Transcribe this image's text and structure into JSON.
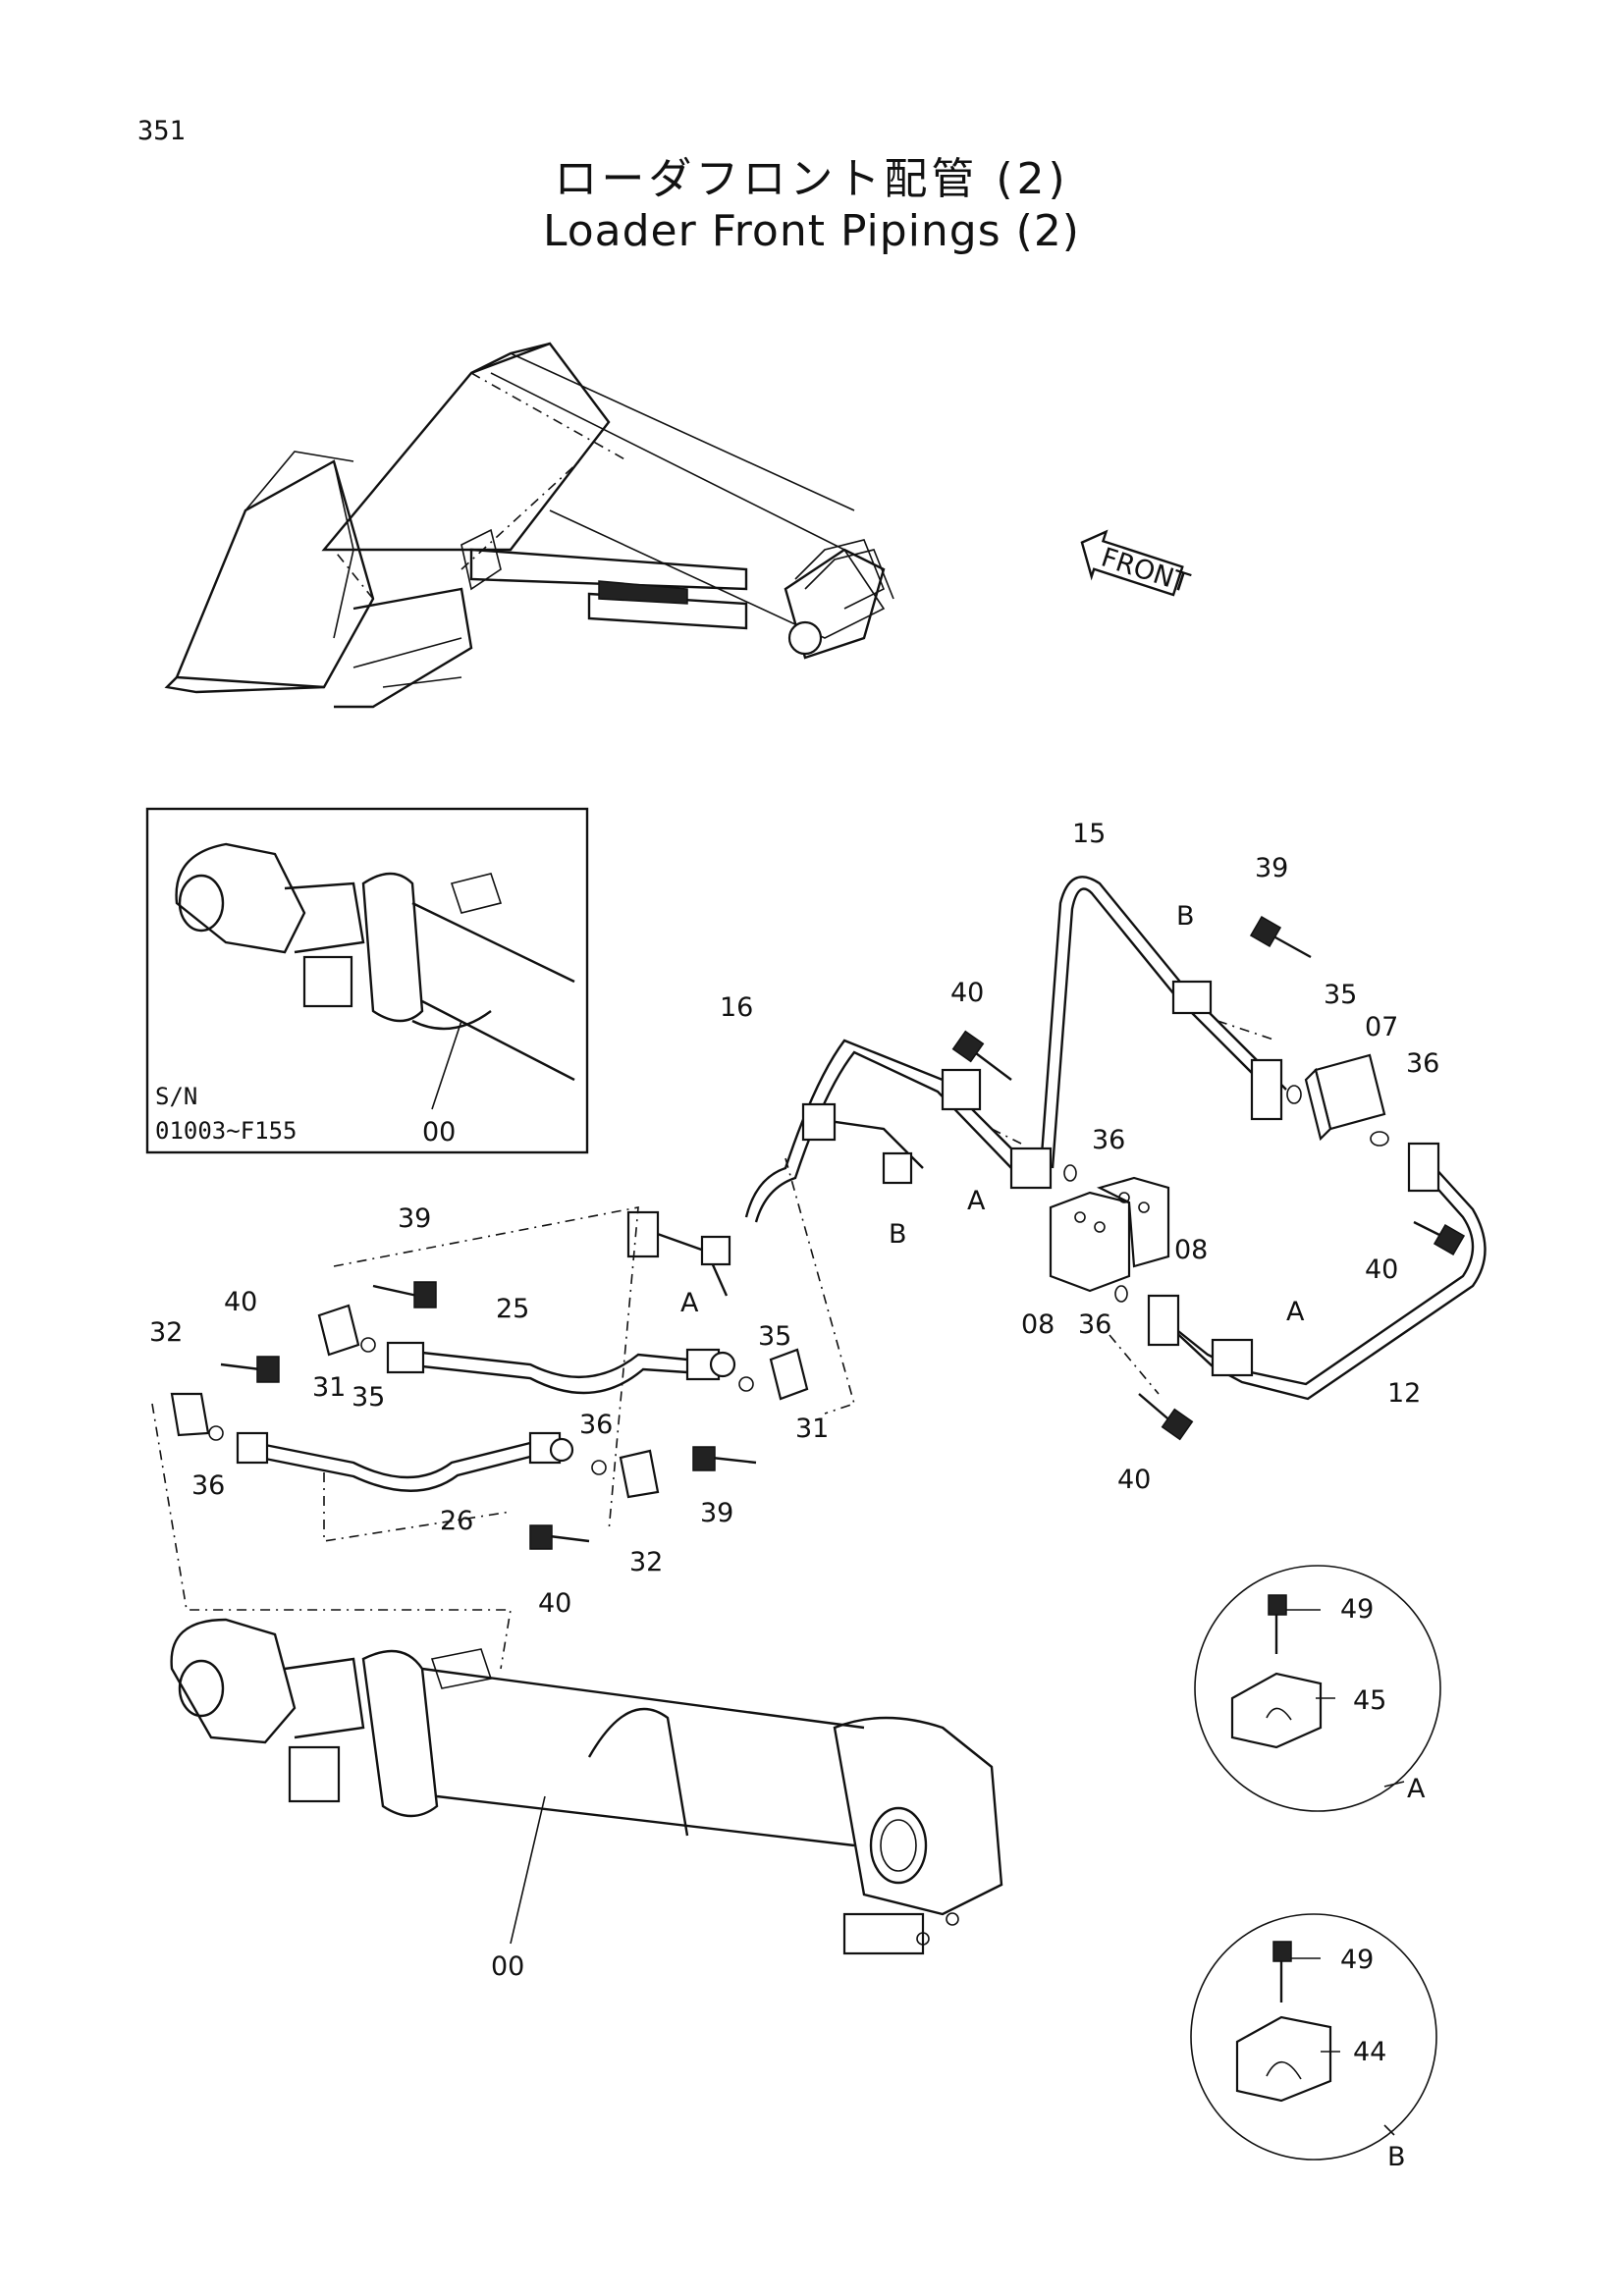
{
  "page_number": "351",
  "title_jp": "ローダフロント配管 (2)",
  "title_en": "Loader Front Pipings (2)",
  "direction_label": "FRONT",
  "inset": {
    "sn_label": "S/N",
    "sn_range": "01003~F155",
    "part": "00"
  },
  "callouts": {
    "p15": "15",
    "p39_top": "39",
    "p16": "16",
    "p40_mid": "40",
    "pB_top": "B",
    "p35_right": "35",
    "p07": "07",
    "p36_right": "36",
    "p36_mid": "36",
    "pA_mid": "A",
    "pB_mid": "B",
    "p08_right": "08",
    "p08_left": "08",
    "p36_low": "36",
    "pA_right": "A",
    "p40_right": "40",
    "p12": "12",
    "p40_bottom_right": "40",
    "pA_left": "A",
    "p39_left": "39",
    "p25": "25",
    "p35_left": "35",
    "p40_left": "40",
    "p32_left": "32",
    "p31_left": "31",
    "p36_far_left": "36",
    "p26": "26",
    "p35_center": "35",
    "p36_center": "36",
    "p31_center": "31",
    "p32_center": "32",
    "p39_center": "39",
    "p40_lower": "40",
    "p00_main": "00"
  },
  "detail_a": {
    "bolt": "49",
    "clamp": "45",
    "label": "A"
  },
  "detail_b": {
    "bolt": "49",
    "clamp": "44",
    "label": "B"
  }
}
